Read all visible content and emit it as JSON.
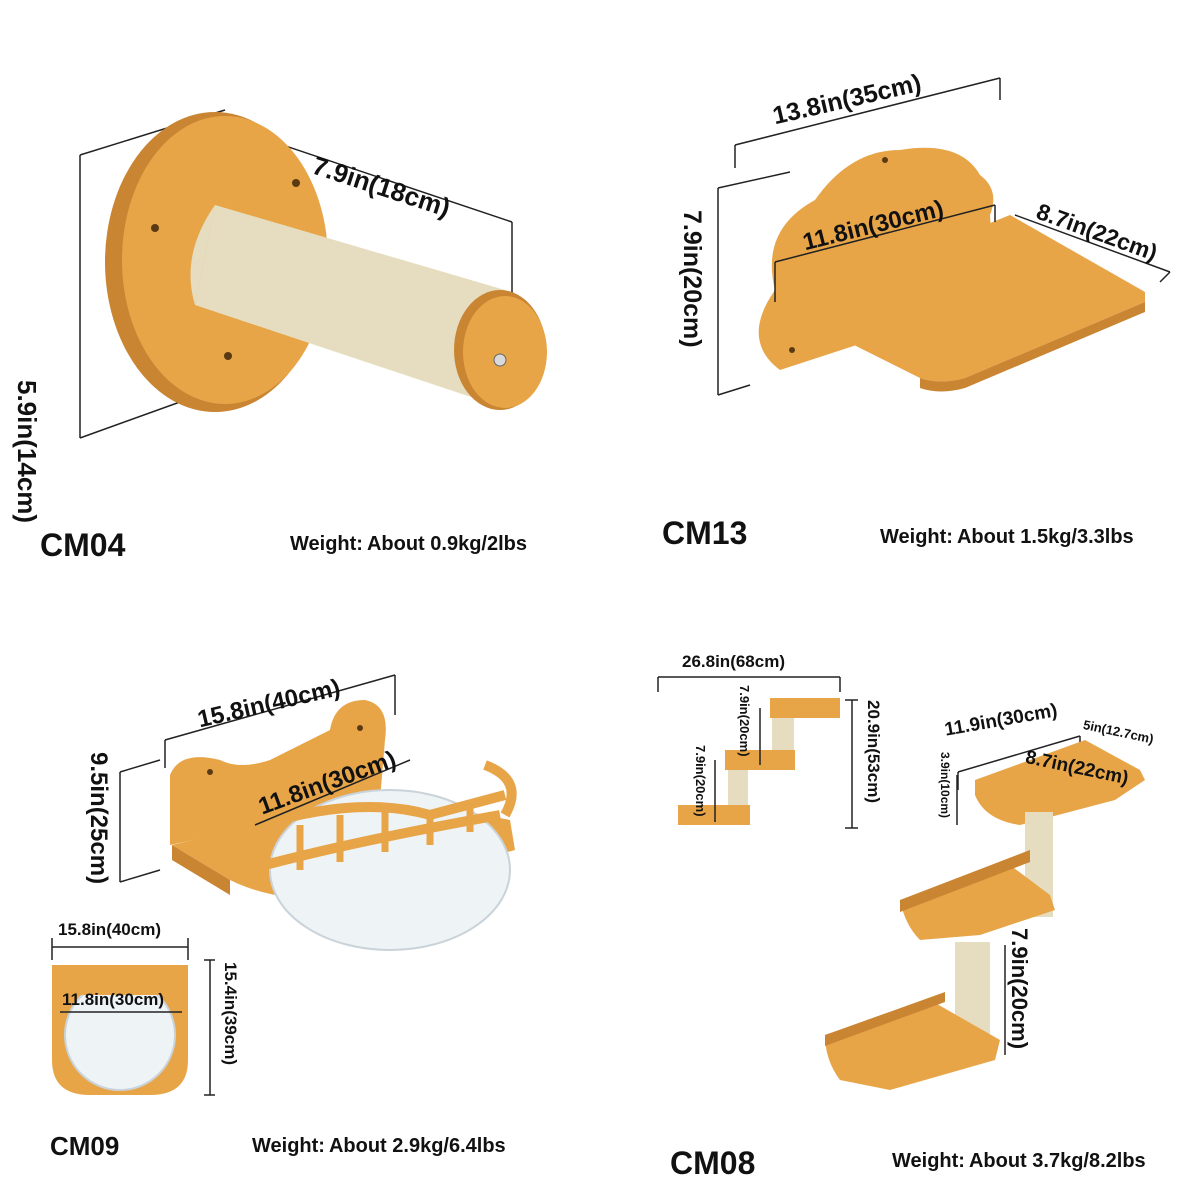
{
  "products": {
    "cm04": {
      "code": "CM04",
      "weight_label": "Weight:",
      "weight_value": "About 0.9kg/2lbs",
      "dims": {
        "length": "7.9in(18cm)",
        "height": "5.9in(14cm)"
      }
    },
    "cm13": {
      "code": "CM13",
      "weight_label": "Weight:",
      "weight_value": "About 1.5kg/3.3lbs",
      "dims": {
        "width": "13.8in(35cm)",
        "inner": "11.8in(30cm)",
        "depth": "8.7in(22cm)",
        "height": "7.9in(20cm)"
      }
    },
    "cm09": {
      "code": "CM09",
      "weight_label": "Weight:",
      "weight_value": "About 2.9kg/6.4lbs",
      "dims": {
        "width": "15.8in(40cm)",
        "inner": "11.8in(30cm)",
        "height": "9.5in(25cm)",
        "top_width": "15.8in(40cm)",
        "top_inner": "11.8in(30cm)",
        "top_depth": "15.4in(39cm)"
      }
    },
    "cm08": {
      "code": "CM08",
      "weight_label": "Weight:",
      "weight_value": "About 3.7kg/8.2lbs",
      "dims": {
        "overall_width": "26.8in(68cm)",
        "step_upper": "7.9in(20cm)",
        "step_lower": "7.9in(20cm)",
        "overall_height": "20.9in(53cm)",
        "platform_width": "11.9in(30cm)",
        "platform_inner": "8.7in(22cm)",
        "platform_depth": "5in(12.7cm)",
        "rim_height": "3.9in(10cm)",
        "post_height": "7.9in(20cm)"
      }
    }
  },
  "colors": {
    "wood": "#E7A548",
    "wood_dark": "#C98532",
    "sisal": "#E6DDC0",
    "line": "#222222"
  }
}
